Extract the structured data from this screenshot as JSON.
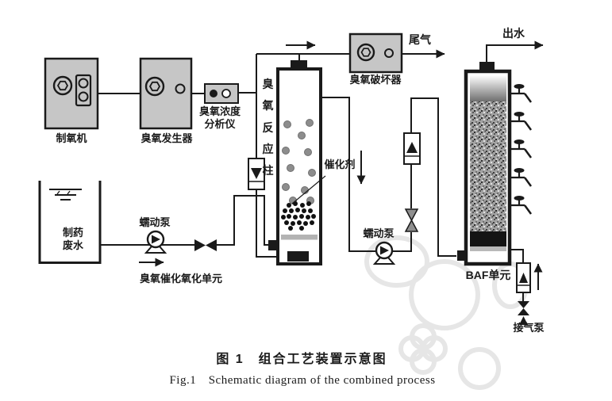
{
  "colors": {
    "line": "#1a1a1a",
    "equipment_fill": "#c6c6c6",
    "media_gray": "#a3a3a3",
    "valve_gray": "#8f8f8f",
    "support_bar": "#b3b3b3",
    "watermark": "#e6e6e6"
  },
  "equipment": {
    "oxygen_generator": "制氧机",
    "ozone_generator": "臭氧发生器",
    "analyzer_line1": "臭氧浓度",
    "analyzer_line2": "分析仪",
    "reaction_column": "臭氧反应柱",
    "destructor": "臭氧破坏器",
    "catalyst": "催化剂",
    "wastewater_line1": "制药",
    "wastewater_line2": "废水",
    "pump_left": "蠕动泵",
    "pump_right": "蠕动泵",
    "baf_unit": "BAF单元"
  },
  "streams": {
    "tail_gas": "尾气",
    "effluent": "出水",
    "air_pump": "接气泵",
    "unit_label": "臭氧催化氧化单元"
  },
  "icons": {
    "motor_dial": "circle-with-hex-nut",
    "indicator_lamp": "small-circle",
    "flowmeter": "rotameter-float-triangle",
    "valve": "bowtie-valve",
    "pump": "peristaltic-pump-circle-triangle",
    "tap": "sampling-faucet",
    "flow_arrow": "→"
  },
  "caption": {
    "zh": "图 1　组合工艺装置示意图",
    "en": "Fig.1　Schematic diagram of the combined process"
  }
}
